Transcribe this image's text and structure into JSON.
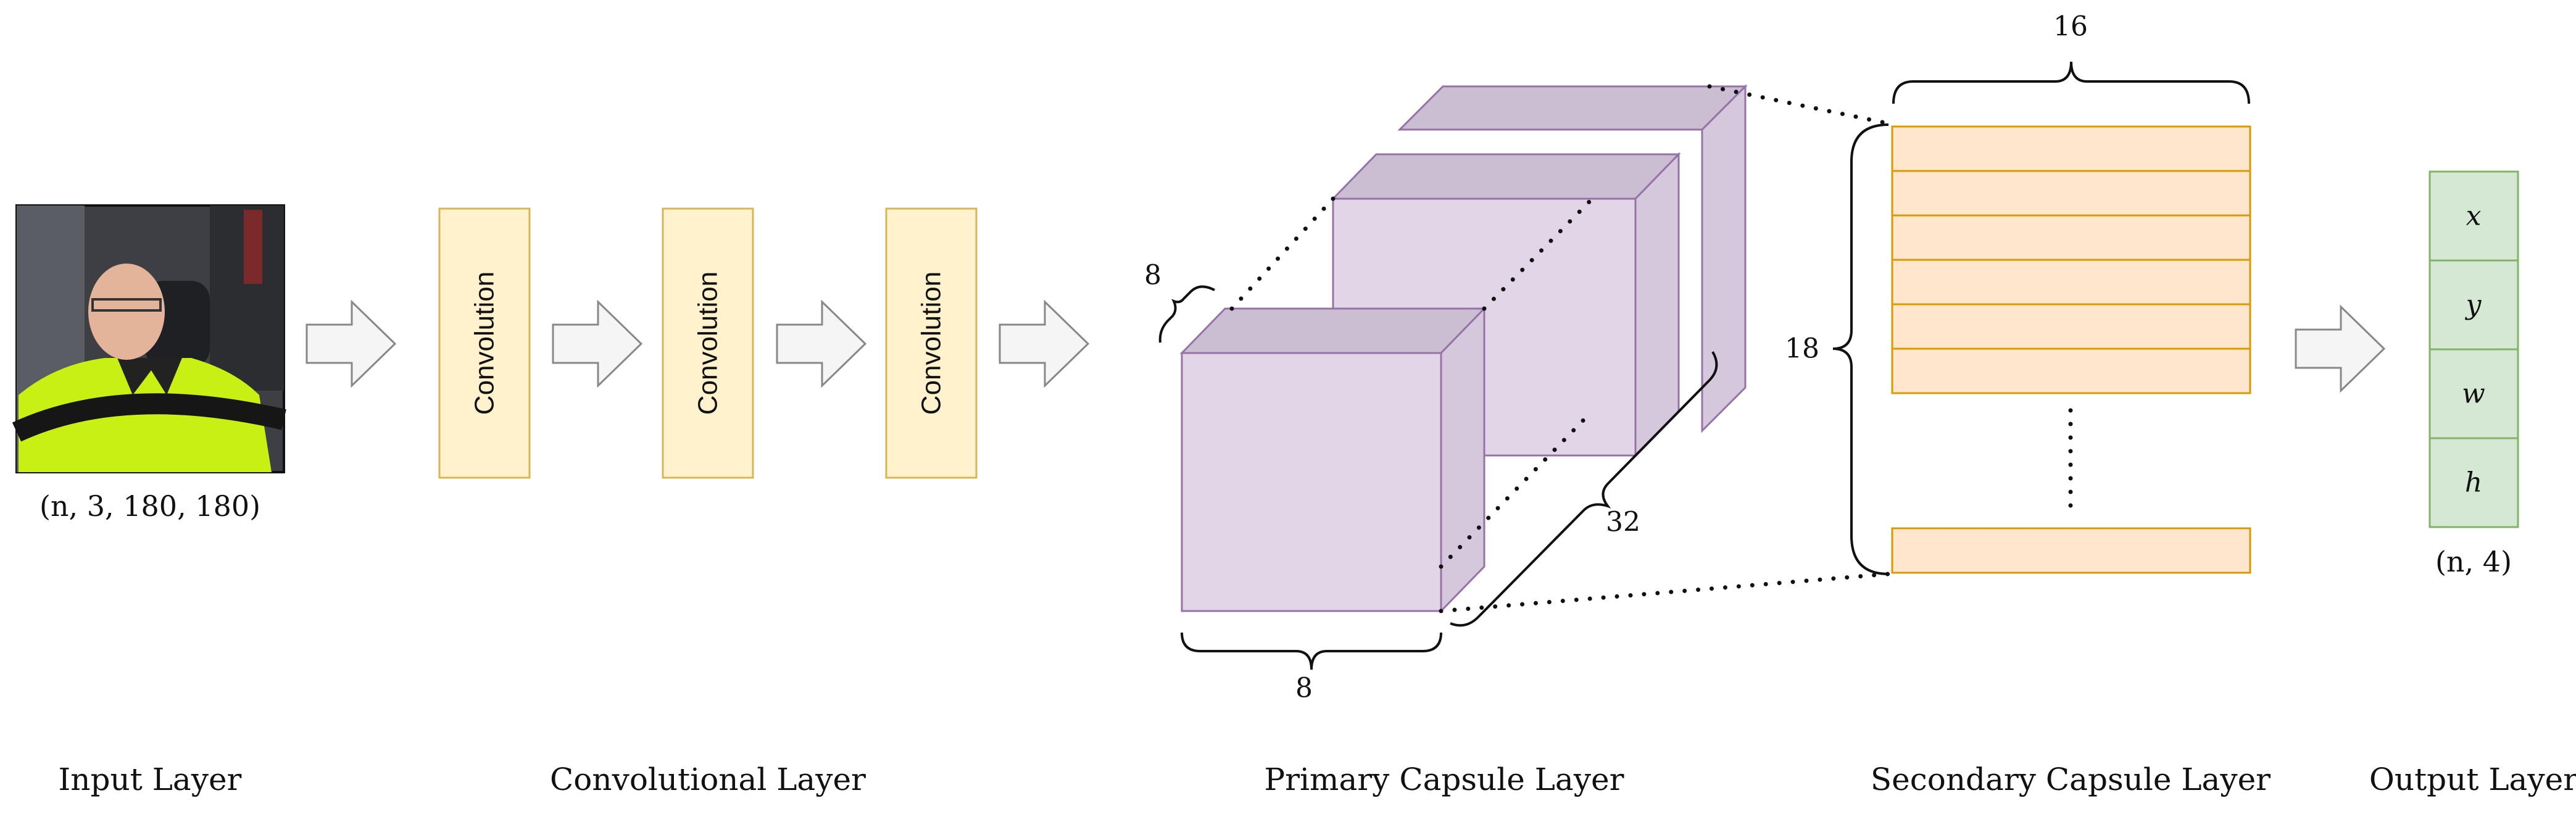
{
  "input": {
    "shape_label": "(n, 3, 180, 180)",
    "layer_label": "Input Layer"
  },
  "convolution": {
    "block_labels": [
      "Convolution",
      "Convolution",
      "Convolution"
    ],
    "layer_label": "Convolutional Layer"
  },
  "primary_capsule": {
    "depth_label": "8",
    "width_label": "8",
    "count_label": "32",
    "layer_label": "Primary Capsule Layer"
  },
  "secondary_capsule": {
    "width_label": "16",
    "height_label": "18",
    "layer_label": "Secondary Capsule Layer"
  },
  "output": {
    "cells": [
      "x",
      "y",
      "w",
      "h"
    ],
    "shape_label": "(n, 4)",
    "layer_label": "Output Layer"
  },
  "colors": {
    "conv_fill": "#fff2cc",
    "conv_stroke": "#d6b656",
    "cube_front": "#e1d5e7",
    "cube_top": "#cbbdd2",
    "cube_side": "#d5c8dc",
    "cube_stroke": "#9673a6",
    "caps_fill": "#ffe6cc",
    "caps_stroke": "#d79b00",
    "out_fill": "#d5e8d4",
    "out_stroke": "#82b366",
    "arrow_fill": "#f5f5f5",
    "arrow_stroke": "#888888"
  }
}
